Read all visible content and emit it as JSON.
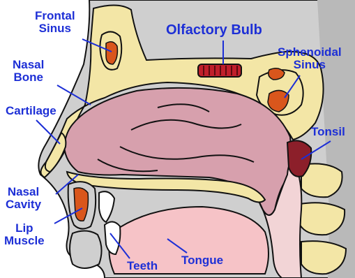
{
  "colors": {
    "label": "#1d2fd6",
    "outline": "#111111",
    "bone": "#f3e6a6",
    "cavity": "#d7a0ad",
    "cavity_shadow": "#b47183",
    "tissue": "#f2d4d6",
    "sinus_fill": "#d9561c",
    "skin": "#cfcfcf",
    "skin_shadow": "#9b9b9b",
    "bulb": "#c01f2b",
    "tongue": "#f6c3c7"
  },
  "labels": {
    "frontal_sinus": [
      "Frontal",
      "Sinus"
    ],
    "olfactory_bulb": "Olfactory Bulb",
    "sphenoidal_sinus": [
      "Sphenoidal",
      "Sinus"
    ],
    "nasal_bone": [
      "Nasal",
      "Bone"
    ],
    "cartilage": "Cartilage",
    "tonsil": "Tonsil",
    "nasal_cavity": [
      "Nasal",
      "Cavity"
    ],
    "lip_muscle": [
      "Lip",
      "Muscle"
    ],
    "teeth": "Teeth",
    "tongue": "Tongue"
  }
}
